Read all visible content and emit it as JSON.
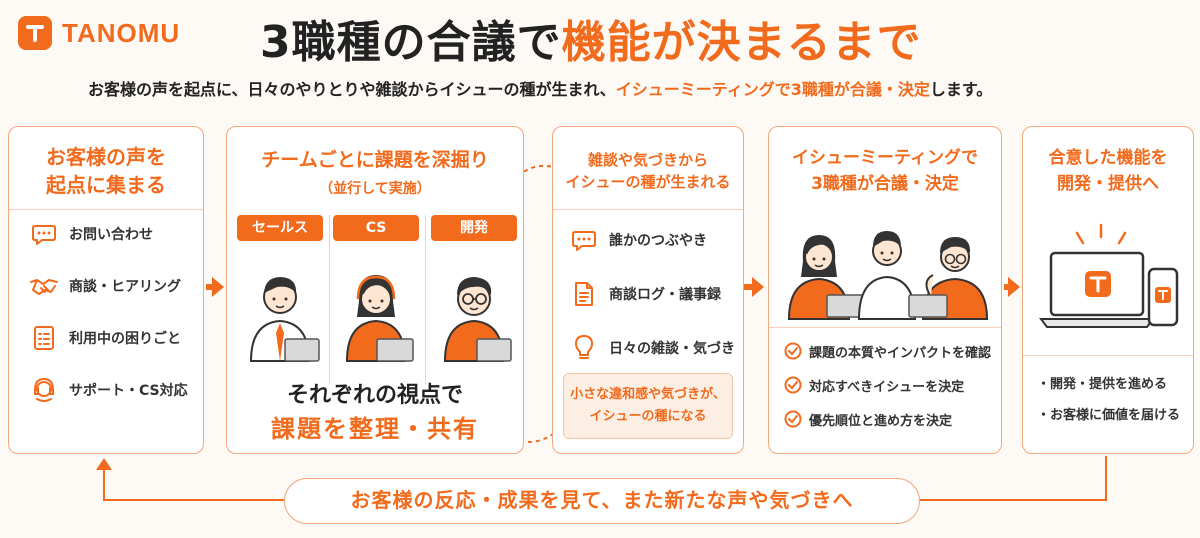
{
  "header": {
    "logo_text": "TANOMU",
    "title_part1": "3職種の合議で",
    "title_part2": "機能が決まるまで",
    "subtitle_part1": "お客様の声を起点に、日々のやりとりや雑談からイシューの種が生まれ、",
    "subtitle_part2": "イシューミーティングで3職種が合議・決定",
    "subtitle_part3": "します。"
  },
  "colors": {
    "accent": "#f26b1d",
    "border": "#f3a77c",
    "background": "#fdf9f5"
  },
  "step1": {
    "title_line1": "お客様の声を",
    "title_line2": "起点に集まる",
    "items": [
      {
        "label": "お問い合わせ",
        "icon": "chat-bubble-icon"
      },
      {
        "label": "商談・ヒアリング",
        "icon": "handshake-icon"
      },
      {
        "label": "利用中の困りごと",
        "icon": "checklist-icon"
      },
      {
        "label": "サポート・CS対応",
        "icon": "headset-icon"
      }
    ]
  },
  "step2": {
    "title": "チームごとに課題を深掘り",
    "subtitle": "（並行して実施）",
    "roles": [
      "セールス",
      "CS",
      "開発"
    ],
    "bottom_line1": "それぞれの視点で",
    "bottom_line2": "課題を整理・共有"
  },
  "step3": {
    "title_line1": "雑談や気づきから",
    "title_line2": "イシューの種が生まれる",
    "items": [
      {
        "label": "誰かのつぶやき",
        "icon": "chat-bubble-icon"
      },
      {
        "label": "商談ログ・議事録",
        "icon": "document-icon"
      },
      {
        "label": "日々の雑談・気づき",
        "icon": "lightbulb-icon"
      }
    ],
    "note_line1": "小さな違和感や気づきが、",
    "note_line2": "イシューの種になる"
  },
  "step4": {
    "title_line1": "イシューミーティングで",
    "title_line2": "3職種が合議・決定",
    "items": [
      {
        "label": "課題の本質やインパクトを確認",
        "icon": "check-circle-icon"
      },
      {
        "label": "対応すべきイシューを決定",
        "icon": "check-circle-icon"
      },
      {
        "label": "優先順位と進め方を決定",
        "icon": "check-circle-icon"
      }
    ]
  },
  "step5": {
    "title_line1": "合意した機能を",
    "title_line2": "開発・提供へ",
    "items": [
      {
        "label": "・開発・提供を進める"
      },
      {
        "label": "・お客様に価値を届ける"
      }
    ]
  },
  "loop_text": "お客様の反応・成果を見て、また新たな声や気づきへ"
}
